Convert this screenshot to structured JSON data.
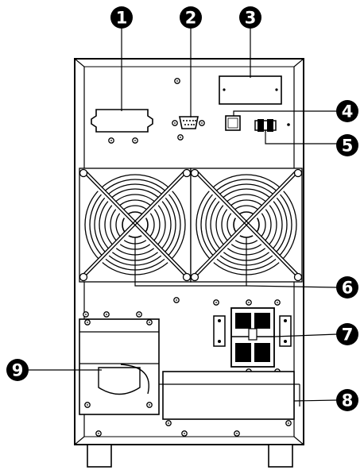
{
  "callouts": [
    {
      "id": "1",
      "label": "1"
    },
    {
      "id": "2",
      "label": "2"
    },
    {
      "id": "3",
      "label": "3"
    },
    {
      "id": "4",
      "label": "4"
    },
    {
      "id": "5",
      "label": "5"
    },
    {
      "id": "6",
      "label": "6"
    },
    {
      "id": "7",
      "label": "7"
    },
    {
      "id": "8",
      "label": "8"
    },
    {
      "id": "9",
      "label": "9"
    }
  ],
  "colors": {
    "ink": "#000000",
    "panel": "#ffffff",
    "badge": "#000000",
    "badge_text": "#ffffff"
  },
  "icons": {
    "fan": "fan-guard-icon",
    "serial_port": "db9-port-icon",
    "breaker": "circuit-breaker-icon"
  }
}
